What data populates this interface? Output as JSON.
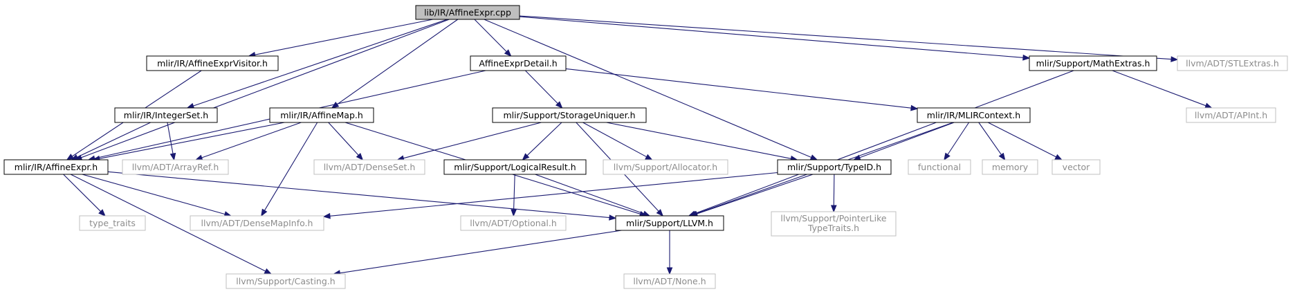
{
  "colors": {
    "edge": "#191970",
    "documented_border": "#000000",
    "external_border": "#bfbfbf",
    "root_fill": "#bfbfbf",
    "documented_text": "#000000",
    "external_text": "#8c8c8c"
  },
  "nodes": [
    {
      "id": "affineexpr_cpp",
      "label": "lib/IR/AffineExpr.cpp",
      "kind": "root"
    },
    {
      "id": "visitor",
      "label": "mlir/IR/AffineExprVisitor.h",
      "kind": "documented"
    },
    {
      "id": "detail",
      "label": "AffineExprDetail.h",
      "kind": "documented"
    },
    {
      "id": "mathextras",
      "label": "mlir/Support/MathExtras.h",
      "kind": "documented"
    },
    {
      "id": "stlextras",
      "label": "llvm/ADT/STLExtras.h",
      "kind": "external"
    },
    {
      "id": "integerset",
      "label": "mlir/IR/IntegerSet.h",
      "kind": "documented"
    },
    {
      "id": "affinemap",
      "label": "mlir/IR/AffineMap.h",
      "kind": "documented"
    },
    {
      "id": "storageuniquer",
      "label": "mlir/Support/StorageUniquer.h",
      "kind": "documented"
    },
    {
      "id": "mlircontext",
      "label": "mlir/IR/MLIRContext.h",
      "kind": "documented"
    },
    {
      "id": "apint",
      "label": "llvm/ADT/APInt.h",
      "kind": "external"
    },
    {
      "id": "affineexpr_h",
      "label": "mlir/IR/AffineExpr.h",
      "kind": "documented"
    },
    {
      "id": "arrayref",
      "label": "llvm/ADT/ArrayRef.h",
      "kind": "external"
    },
    {
      "id": "denseset",
      "label": "llvm/ADT/DenseSet.h",
      "kind": "external"
    },
    {
      "id": "logicalresult",
      "label": "mlir/Support/LogicalResult.h",
      "kind": "documented"
    },
    {
      "id": "allocator",
      "label": "llvm/Support/Allocator.h",
      "kind": "external"
    },
    {
      "id": "typeid",
      "label": "mlir/Support/TypeID.h",
      "kind": "documented"
    },
    {
      "id": "functional",
      "label": "functional",
      "kind": "external"
    },
    {
      "id": "memory",
      "label": "memory",
      "kind": "external"
    },
    {
      "id": "vector",
      "label": "vector",
      "kind": "external"
    },
    {
      "id": "type_traits",
      "label": "type_traits",
      "kind": "external"
    },
    {
      "id": "densemapinfo",
      "label": "llvm/ADT/DenseMapInfo.h",
      "kind": "external"
    },
    {
      "id": "optional",
      "label": "llvm/ADT/Optional.h",
      "kind": "external"
    },
    {
      "id": "llvm_h",
      "label": "mlir/Support/LLVM.h",
      "kind": "documented"
    },
    {
      "id": "pointerlike",
      "label": "llvm/Support/PointerLike\nTypeTraits.h",
      "kind": "external"
    },
    {
      "id": "casting",
      "label": "llvm/Support/Casting.h",
      "kind": "external"
    },
    {
      "id": "none",
      "label": "llvm/ADT/None.h",
      "kind": "external"
    }
  ],
  "edges": [
    {
      "from": "affineexpr_cpp",
      "to": "visitor"
    },
    {
      "from": "affineexpr_cpp",
      "to": "detail"
    },
    {
      "from": "affineexpr_cpp",
      "to": "mathextras"
    },
    {
      "from": "affineexpr_cpp",
      "to": "stlextras"
    },
    {
      "from": "affineexpr_cpp",
      "to": "integerset"
    },
    {
      "from": "affineexpr_cpp",
      "to": "affinemap"
    },
    {
      "from": "affineexpr_cpp",
      "to": "affineexpr_h"
    },
    {
      "from": "affineexpr_cpp",
      "to": "typeid"
    },
    {
      "from": "visitor",
      "to": "affineexpr_h"
    },
    {
      "from": "detail",
      "to": "affineexpr_h"
    },
    {
      "from": "detail",
      "to": "storageuniquer"
    },
    {
      "from": "detail",
      "to": "mlircontext"
    },
    {
      "from": "mathextras",
      "to": "apint"
    },
    {
      "from": "mathextras",
      "to": "llvm_h"
    },
    {
      "from": "integerset",
      "to": "affineexpr_h"
    },
    {
      "from": "integerset",
      "to": "arrayref"
    },
    {
      "from": "affinemap",
      "to": "affineexpr_h"
    },
    {
      "from": "affinemap",
      "to": "arrayref"
    },
    {
      "from": "affinemap",
      "to": "denseset"
    },
    {
      "from": "affinemap",
      "to": "densemapinfo"
    },
    {
      "from": "affinemap",
      "to": "llvm_h"
    },
    {
      "from": "storageuniquer",
      "to": "denseset"
    },
    {
      "from": "storageuniquer",
      "to": "logicalresult"
    },
    {
      "from": "storageuniquer",
      "to": "allocator"
    },
    {
      "from": "storageuniquer",
      "to": "typeid"
    },
    {
      "from": "storageuniquer",
      "to": "llvm_h"
    },
    {
      "from": "mlircontext",
      "to": "typeid"
    },
    {
      "from": "mlircontext",
      "to": "functional"
    },
    {
      "from": "mlircontext",
      "to": "memory"
    },
    {
      "from": "mlircontext",
      "to": "vector"
    },
    {
      "from": "mlircontext",
      "to": "llvm_h"
    },
    {
      "from": "affineexpr_h",
      "to": "type_traits"
    },
    {
      "from": "affineexpr_h",
      "to": "densemapinfo"
    },
    {
      "from": "affineexpr_h",
      "to": "llvm_h"
    },
    {
      "from": "affineexpr_h",
      "to": "casting"
    },
    {
      "from": "logicalresult",
      "to": "optional"
    },
    {
      "from": "logicalresult",
      "to": "llvm_h"
    },
    {
      "from": "typeid",
      "to": "densemapinfo"
    },
    {
      "from": "typeid",
      "to": "llvm_h"
    },
    {
      "from": "typeid",
      "to": "pointerlike"
    },
    {
      "from": "llvm_h",
      "to": "casting"
    },
    {
      "from": "llvm_h",
      "to": "none"
    }
  ]
}
